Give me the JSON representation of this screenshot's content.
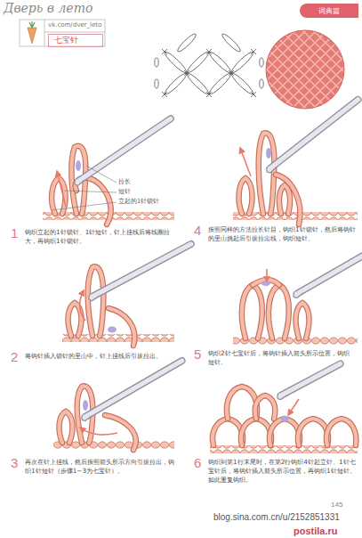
{
  "diagram": {
    "nodes": [
      {
        "text": [
          "词典篇"
        ]
      },
      {
        "text": [
          "七宝针"
        ]
      }
    ],
    "labels": [
      "Дверь в лето",
      "vk.com/dver_leto",
      "拉长",
      "短针",
      "立起的1针锁针",
      "1",
      "钩织立起的1针锁针、1针短针，针上挂线后将线圈拉大，再钩织1针锁针。",
      "4",
      "按照同样的方法拉长针目，钩织1针锁针，然后将钩针的里山挑起后引拔拉出线，钩织短针。",
      "2",
      "将钩针插入锁针的里山中，针上挂线后引拔拉出。",
      "5",
      "钩织2针七宝针后，将钩针插入箭头所示位置，钩织短针。",
      "3",
      "再次在针上挂线，然后按照箭头所示方向引拔拉出，钩织1针短针（步骤1~3为七宝针）。",
      "6",
      "钩织到第1行末尾时，在第2行钩织4针起立针、1针七宝针后，将钩针插入箭头所示位置，再钩织1针短针。如此重复钩织。",
      "145",
      "blog.sina.com.cn/u/2152851331",
      "postila.ru"
    ]
  }
}
